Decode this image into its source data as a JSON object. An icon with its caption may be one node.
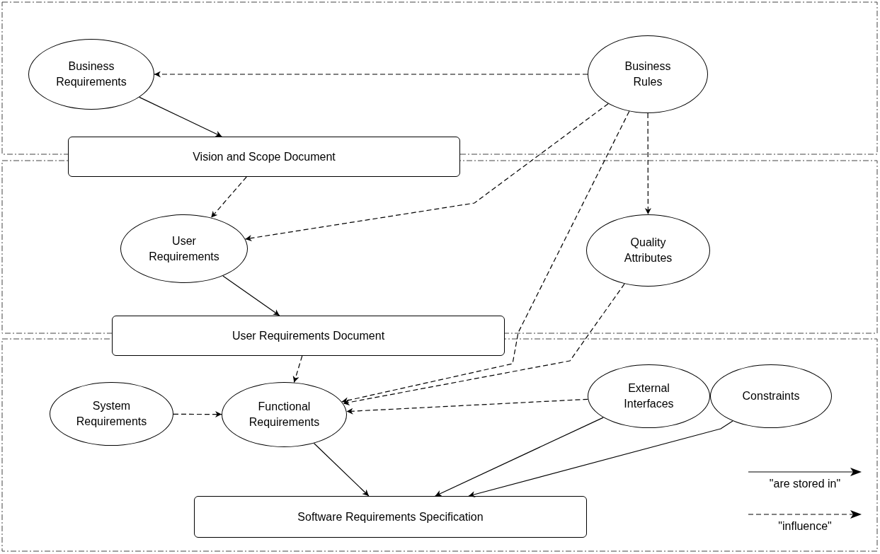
{
  "diagram": {
    "nodes": [
      {
        "text": [
          "Business Requirements"
        ]
      },
      {
        "text": [
          "Business Rules"
        ]
      },
      {
        "text": [
          "Vision and Scope Document"
        ]
      },
      {
        "text": [
          "User Requirements"
        ]
      },
      {
        "text": [
          "Quality Attributes"
        ]
      },
      {
        "text": [
          "User Requirements Document"
        ]
      },
      {
        "text": [
          "System Requirements"
        ]
      },
      {
        "text": [
          "Functional Requirements"
        ]
      },
      {
        "text": [
          "External Interfaces"
        ]
      },
      {
        "text": [
          "Constraints"
        ]
      },
      {
        "text": [
          "Software Requirements Specification"
        ]
      }
    ],
    "edges": [
      {
        "from": 0,
        "to": 2,
        "arrow": "to"
      },
      {
        "from": 1,
        "to": 0,
        "arrow": "to",
        "style": "dashed"
      },
      {
        "from": 2,
        "to": 3,
        "arrow": "to",
        "style": "dashed"
      },
      {
        "from": 1,
        "to": 3,
        "arrow": "to",
        "style": "dashed"
      },
      {
        "from": 1,
        "to": 4,
        "arrow": "to",
        "style": "dashed"
      },
      {
        "from": 3,
        "to": 5,
        "arrow": "to"
      },
      {
        "from": 5,
        "to": 7,
        "arrow": "to",
        "style": "dashed"
      },
      {
        "from": 1,
        "to": 7,
        "arrow": "to",
        "style": "dashed"
      },
      {
        "from": 4,
        "to": 7,
        "arrow": "to",
        "style": "dashed"
      },
      {
        "from": 8,
        "to": 7,
        "arrow": "to",
        "style": "dashed"
      },
      {
        "from": 6,
        "to": 7,
        "arrow": "to",
        "style": "dashed"
      },
      {
        "from": 7,
        "to": 10,
        "arrow": "to"
      },
      {
        "from": 8,
        "to": 10,
        "arrow": "to"
      },
      {
        "from": 9,
        "to": 10,
        "arrow": "to"
      }
    ],
    "legend": [
      {
        "text": "\"are stored in\""
      },
      {
        "text": "\"influence\""
      }
    ]
  }
}
